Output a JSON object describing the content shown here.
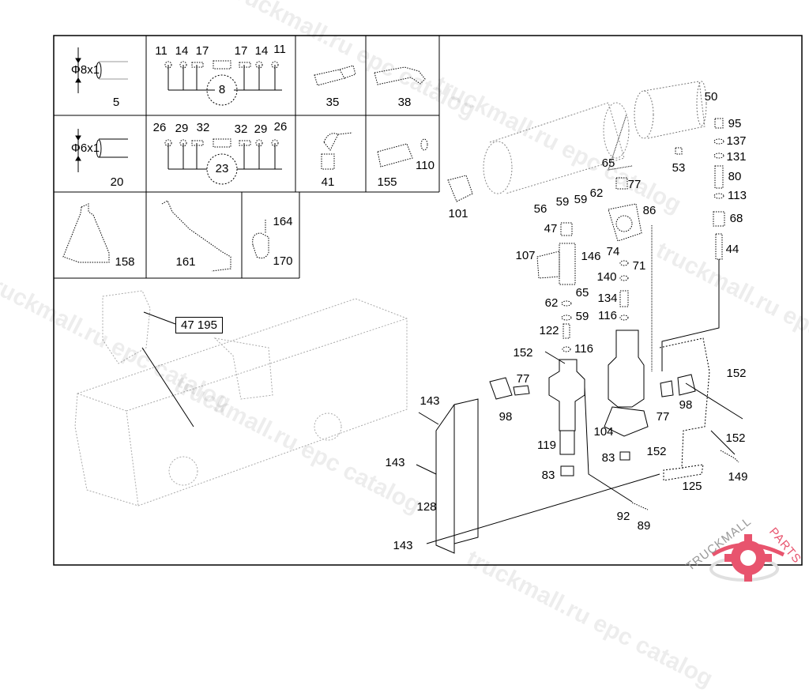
{
  "diagram": {
    "kit_cells": {
      "pipe_8": {
        "dimension": "Φ8x1",
        "part": "5"
      },
      "pipe_6": {
        "dimension": "Φ6x1",
        "part": "20"
      },
      "kit_8": {
        "part": "8",
        "items": [
          "11",
          "14",
          "17",
          "17",
          "14",
          "11"
        ]
      },
      "kit_23": {
        "part": "23",
        "items": [
          "26",
          "29",
          "32",
          "32",
          "29",
          "26"
        ]
      },
      "fitting_35": "35",
      "elbow_38": "38",
      "banjo_41": "41",
      "nipple_155": "155",
      "ring_110": "110",
      "bracket_158": "158",
      "pipe_161": "161",
      "bolt_164": "164",
      "clamp_170": "170"
    },
    "reference_box": "47 195",
    "labels": [
      "50",
      "95",
      "137",
      "131",
      "80",
      "113",
      "68",
      "44",
      "53",
      "65",
      "101",
      "56",
      "59",
      "59",
      "62",
      "77",
      "86",
      "47",
      "107",
      "146",
      "74",
      "71",
      "140",
      "134",
      "116",
      "65",
      "62",
      "59",
      "122",
      "116",
      "152",
      "77",
      "98",
      "119",
      "83",
      "152",
      "98",
      "77",
      "104",
      "83",
      "152",
      "152",
      "149",
      "125",
      "143",
      "143",
      "128",
      "143",
      "92",
      "89"
    ]
  },
  "watermark": {
    "text": "truckmall.ru epc catalog",
    "color": "#000000"
  },
  "logo": {
    "text_left": "TRUCKMALL",
    "text_right": "PARTS",
    "accent": "#e8546e",
    "gray": "#9a9a9a"
  }
}
